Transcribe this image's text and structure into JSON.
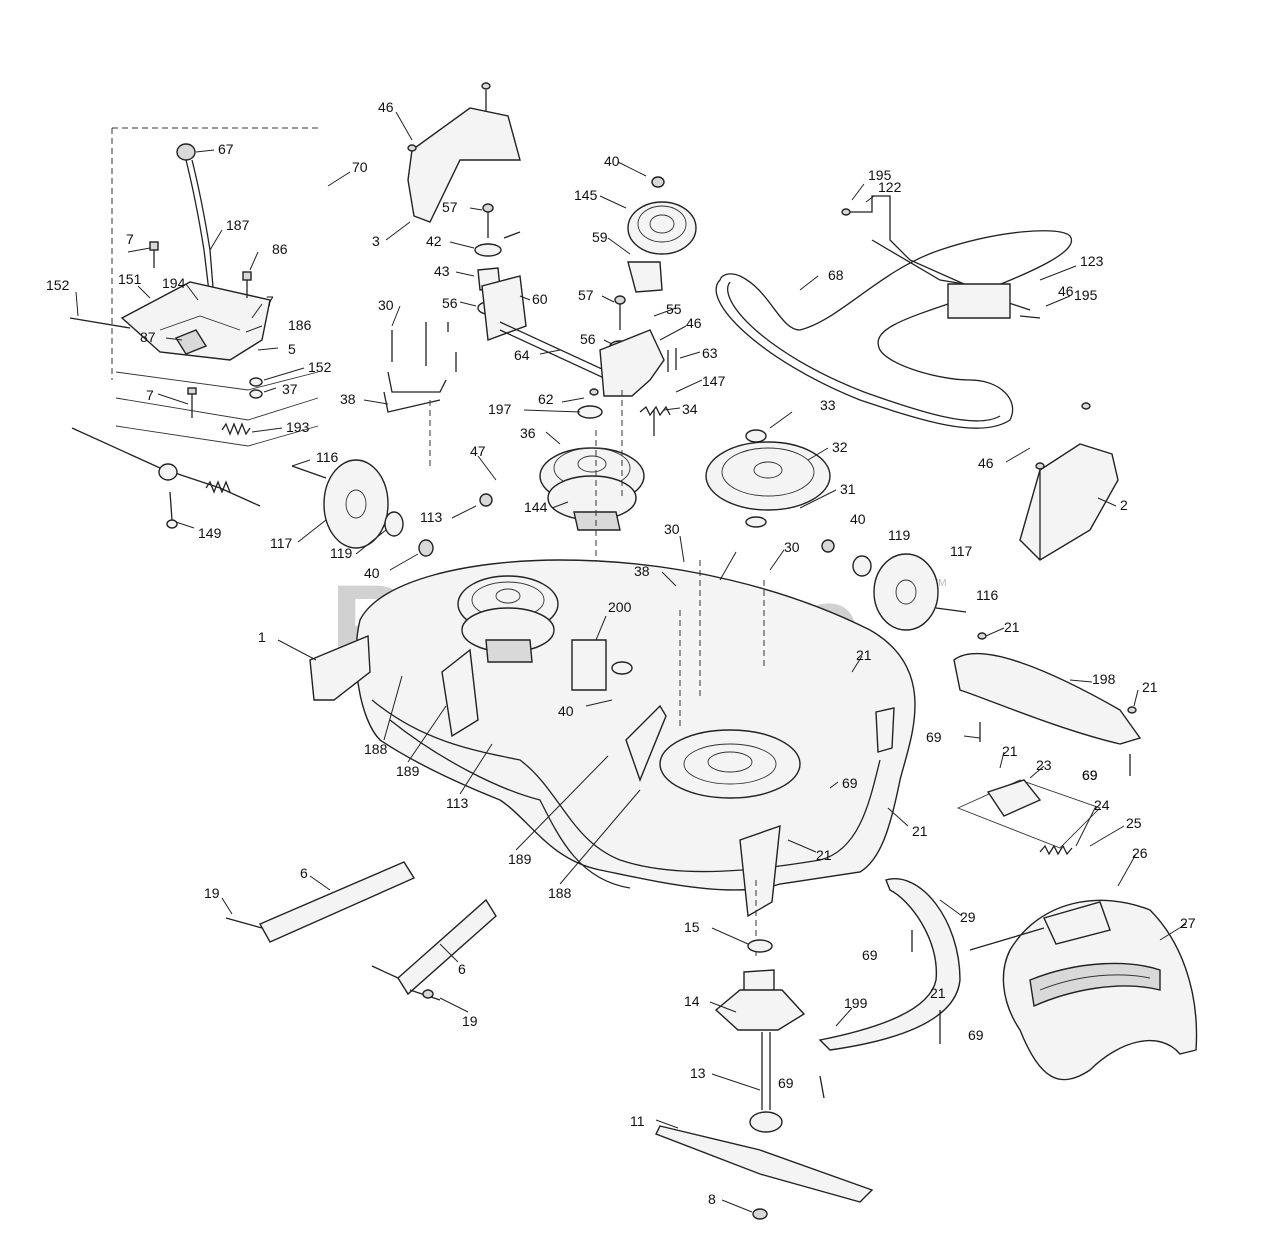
{
  "watermark": {
    "text": "PartsTree",
    "trademark": "TM"
  },
  "callouts": [
    "1",
    "2",
    "3",
    "5",
    "6",
    "6",
    "7",
    "7",
    "7",
    "8",
    "11",
    "13",
    "14",
    "15",
    "19",
    "19",
    "21",
    "21",
    "21",
    "21",
    "21",
    "21",
    "21",
    "23",
    "24",
    "25",
    "26",
    "27",
    "29",
    "30",
    "30",
    "30",
    "31",
    "32",
    "33",
    "34",
    "36",
    "37",
    "38",
    "38",
    "40",
    "40",
    "40",
    "40",
    "42",
    "43",
    "46",
    "46",
    "46",
    "46",
    "47",
    "55",
    "56",
    "56",
    "57",
    "57",
    "59",
    "60",
    "62",
    "63",
    "64",
    "67",
    "68",
    "69",
    "69",
    "69",
    "69",
    "69",
    "69",
    "69",
    "70",
    "86",
    "87",
    "113",
    "113",
    "116",
    "116",
    "117",
    "117",
    "119",
    "119",
    "122",
    "123",
    "144",
    "145",
    "147",
    "149",
    "151",
    "152",
    "152",
    "186",
    "187",
    "188",
    "188",
    "189",
    "189",
    "193",
    "194",
    "195",
    "195",
    "197",
    "198",
    "199",
    "200"
  ]
}
